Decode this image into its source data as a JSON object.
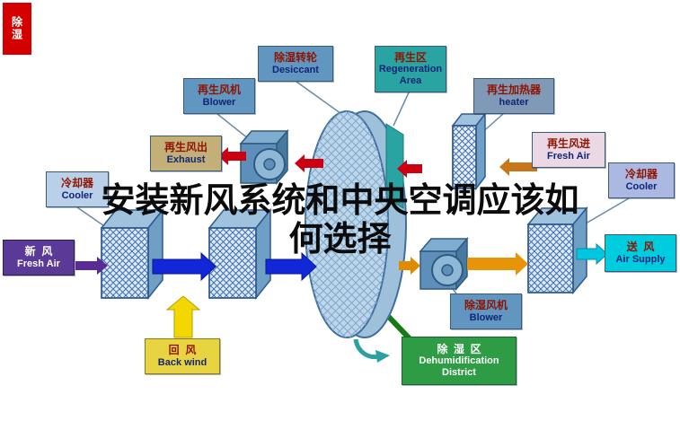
{
  "badge": {
    "text": "除湿"
  },
  "title": {
    "line1": "安装新风系统和中央空调应该如",
    "line2": "何选择"
  },
  "labels": {
    "regen_blower": {
      "zh": "再生风机",
      "en": "Blower"
    },
    "desiccant": {
      "zh": "除湿转轮",
      "en": "Desiccant"
    },
    "regen_area": {
      "zh": "再生区",
      "en": "Regeneration Area"
    },
    "regen_heater": {
      "zh": "再生加热器",
      "en": "heater"
    },
    "regen_out": {
      "zh": "再生风出",
      "en": "Exhaust"
    },
    "regen_in": {
      "zh": "再生风进",
      "en": "Fresh Air"
    },
    "cooler_left": {
      "zh": "冷却器",
      "en": "Cooler"
    },
    "cooler_right": {
      "zh": "冷却器",
      "en": "Cooler"
    },
    "fresh_air": {
      "zh": "新  风",
      "en": "Fresh Air"
    },
    "air_supply": {
      "zh": "送  风",
      "en": "Air Supply"
    },
    "back_wind": {
      "zh": "回  风",
      "en": "Back wind"
    },
    "dehumid_blower": {
      "zh": "除湿风机",
      "en": "Blower"
    },
    "dehumid_district": {
      "zh": "除  湿  区",
      "en": "Dehumidification District"
    }
  },
  "colors": {
    "badge_red": "#d40000",
    "arrow_blue": "#1228d8",
    "arrow_red": "#cc0011",
    "arrow_orange": "#e8940a",
    "arrow_yellow": "#f2d800",
    "arrow_purple": "#5a2a96",
    "arrow_cyan": "#00c6e0",
    "wheel_blue": "#bdd6ea",
    "regen_teal": "#2aa3a3",
    "district_green": "#2d9c44"
  }
}
